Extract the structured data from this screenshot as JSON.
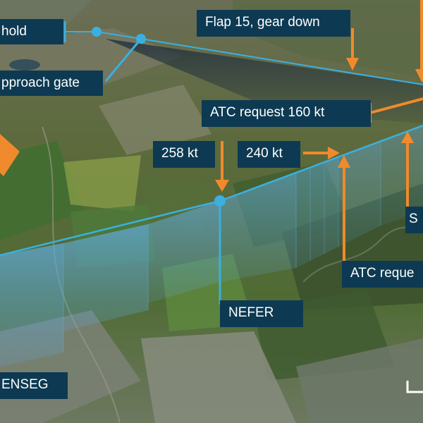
{
  "labels": {
    "hold": "hold",
    "approach_gate": "pproach gate",
    "flap_gear": "Flap 15, gear down",
    "atc_160": "ATC request 160 kt",
    "speed_258": "258 kt",
    "speed_240": "240 kt",
    "s_partial": "S",
    "atc_partial": "ATC reque",
    "nefer": "NEFER",
    "enseg": "ENSEG"
  },
  "colors": {
    "flight_path": "#3ab0e0",
    "arrow": "#f08a2c",
    "label_bg": "#0d3a52",
    "label_text": "#ffffff"
  }
}
